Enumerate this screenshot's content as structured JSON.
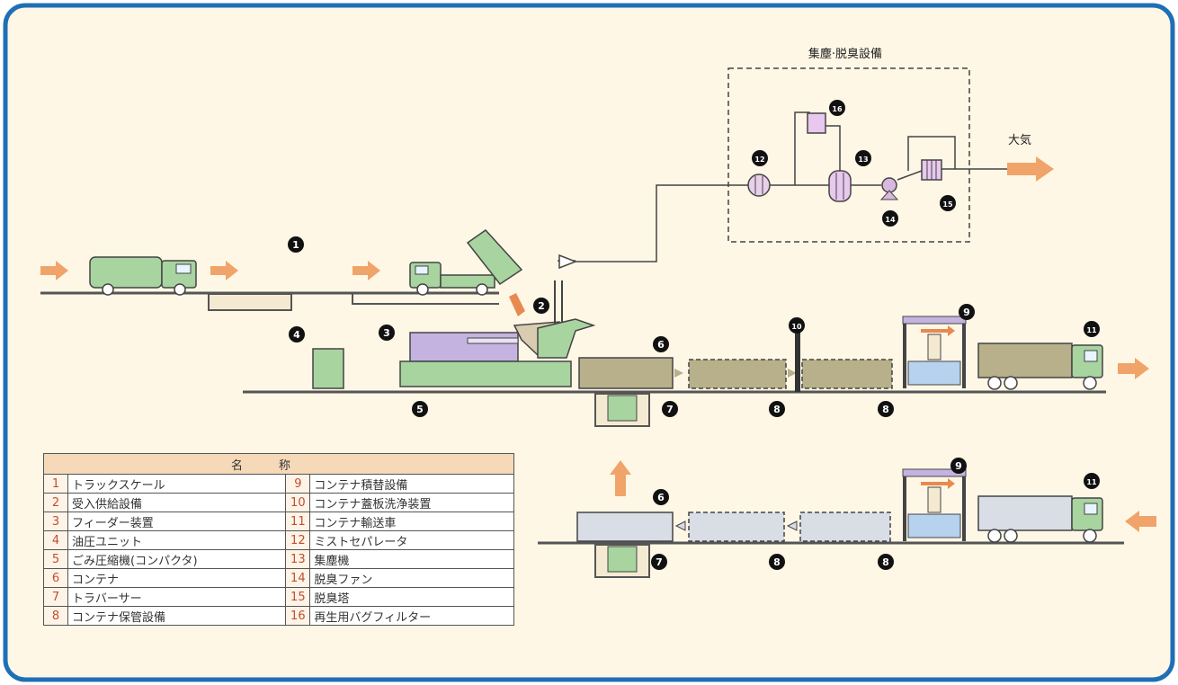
{
  "diagram": {
    "group_label": "集塵·脱臭設備",
    "outlet_label": "大気",
    "markers": [
      {
        "id": "m1",
        "num": "1"
      },
      {
        "id": "m2",
        "num": "2"
      },
      {
        "id": "m3",
        "num": "3"
      },
      {
        "id": "m4",
        "num": "4"
      },
      {
        "id": "m5",
        "num": "5"
      },
      {
        "id": "m6a",
        "num": "6"
      },
      {
        "id": "m6b",
        "num": "6"
      },
      {
        "id": "m7a",
        "num": "7"
      },
      {
        "id": "m7b",
        "num": "7"
      },
      {
        "id": "m8a",
        "num": "8"
      },
      {
        "id": "m8b",
        "num": "8"
      },
      {
        "id": "m8c",
        "num": "8"
      },
      {
        "id": "m8d",
        "num": "8"
      },
      {
        "id": "m9a",
        "num": "9"
      },
      {
        "id": "m9b",
        "num": "9"
      },
      {
        "id": "m10",
        "num": "10"
      },
      {
        "id": "m11a",
        "num": "11"
      },
      {
        "id": "m11b",
        "num": "11"
      },
      {
        "id": "m12a",
        "num": "12"
      },
      {
        "id": "m12b",
        "num": "13"
      },
      {
        "id": "m14",
        "num": "14"
      },
      {
        "id": "m15",
        "num": "15"
      },
      {
        "id": "m16",
        "num": "16"
      }
    ]
  },
  "legend": {
    "header": "名称",
    "rows": [
      {
        "ln": "1",
        "lname": "トラックスケール",
        "rn": "9",
        "rname": "コンテナ積替設備"
      },
      {
        "ln": "2",
        "lname": "受入供給設備",
        "rn": "10",
        "rname": "コンテナ蓋板洗浄装置"
      },
      {
        "ln": "3",
        "lname": "フィーダー装置",
        "rn": "11",
        "rname": "コンテナ輸送車"
      },
      {
        "ln": "4",
        "lname": "油圧ユニット",
        "rn": "12",
        "rname": "ミストセパレータ"
      },
      {
        "ln": "5",
        "lname": "ごみ圧縮機(コンパクタ)",
        "rn": "13",
        "rname": "集塵機"
      },
      {
        "ln": "6",
        "lname": "コンテナ",
        "rn": "14",
        "rname": "脱臭ファン"
      },
      {
        "ln": "7",
        "lname": "トラバーサー",
        "rn": "15",
        "rname": "脱臭塔"
      },
      {
        "ln": "8",
        "lname": "コンテナ保管設備",
        "rn": "16",
        "rname": "再生用バグフィルター"
      }
    ]
  },
  "colors": {
    "frame": "#1f6fb5",
    "background": "#fff7e6",
    "truck": "#a8d4a0",
    "container": "#b7b08a",
    "compactor": "#b9a6d8",
    "arrow": "#e88a50"
  }
}
